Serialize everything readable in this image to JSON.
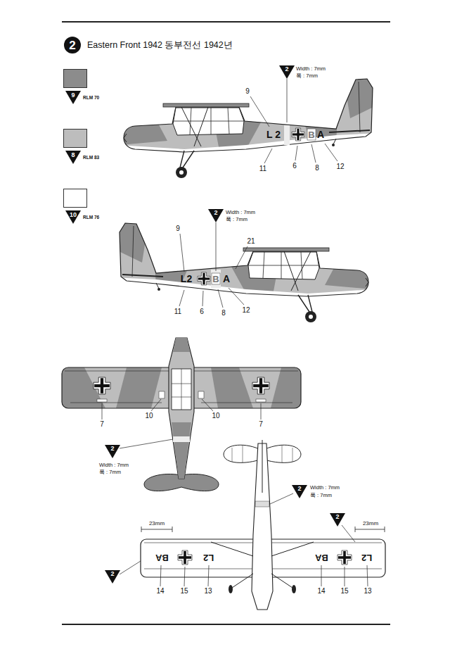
{
  "diagram": {
    "title": "Eastern Front 1942 동부전선 1942년",
    "labels": [
      "2",
      "9",
      "8",
      "10",
      "2",
      "Width : 7mm",
      "폭 : 7mm",
      "9",
      "L 2",
      "B",
      "A",
      "11",
      "6",
      "8",
      "12",
      "2",
      "Width : 7mm",
      "폭 : 7mm",
      "9",
      "21",
      "L2",
      "B",
      "A",
      "11",
      "6",
      "8",
      "12",
      "7",
      "10",
      "10",
      "7",
      "2",
      "Width : 7mm",
      "폭 : 7mm",
      "23mm",
      "2",
      "23mm",
      "2",
      "Width : 7mm",
      "폭 : 7mm",
      "BA",
      "L2",
      "BA",
      "L2",
      "2",
      "14",
      "15",
      "13",
      "14",
      "15",
      "13"
    ],
    "legend": [
      {
        "text": "RLM 70",
        "color": "#8c8c8c"
      },
      {
        "text": "RLM 83",
        "color": "#bdbdbd"
      },
      {
        "text": "RLM 76",
        "color": "#ffffff"
      }
    ]
  }
}
